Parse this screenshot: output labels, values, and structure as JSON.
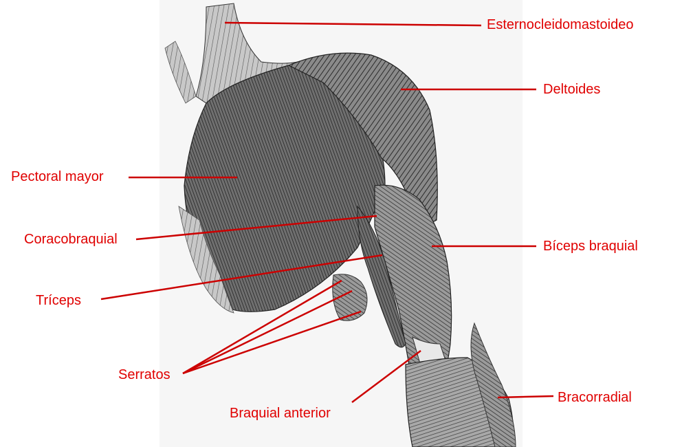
{
  "figure": {
    "label_color": "#e00000",
    "leader_color": "#cc0000",
    "image_description_icon": "anatomical-engraving-shoulder-arm-muscles"
  },
  "labels": {
    "esternocleidomastoideo": "Esternocleidomastoideo",
    "deltoides": "Deltoides",
    "pectoral_mayor": "Pectoral mayor",
    "coracobraquial": "Coracobraquial",
    "biceps_braquial": "Bíceps braquial",
    "triceps": "Tríceps",
    "serratos": "Serratos",
    "braquial_anterior": "Braquial anterior",
    "bracorradial": "Bracorradial"
  }
}
